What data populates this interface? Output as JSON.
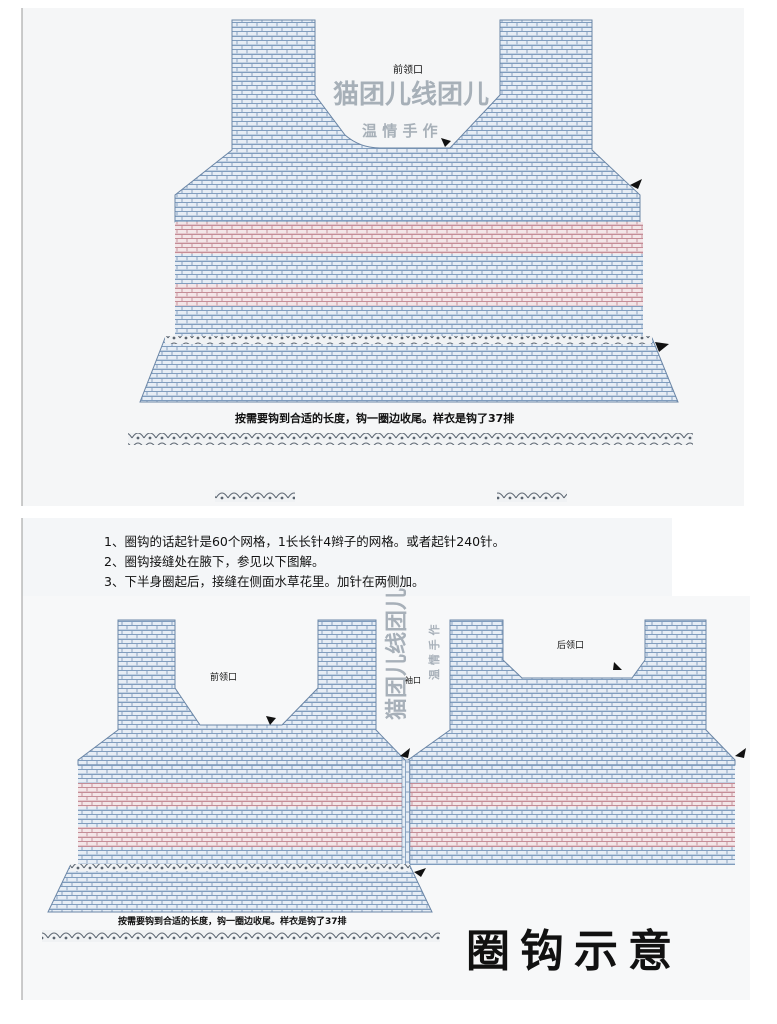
{
  "top_panel": {
    "neck_label": "前领口",
    "watermark_main": "猫团儿线团儿",
    "watermark_sub": "温 情 手 作",
    "caption": "按需要钩到合适的长度，钩一圈边收尾。样衣是钩了37排"
  },
  "instructions": [
    "1、圈钩的话起针是60个网格，1长长针4辫子的网格。或者起针240针。",
    "2、圈钩接缝处在腋下，参见以下图解。",
    "3、下半身圈起后，接缝在侧面水草花里。加针在两侧加。"
  ],
  "bottom_panel": {
    "front_neck_label": "前领口",
    "back_neck_label": "后领口",
    "armhole_label": "袖口",
    "watermark_main": "猫团儿线团儿",
    "watermark_sub": "温 情 手 作",
    "caption": "按需要钩到合适的长度，钩一圈边收尾。样衣是钩了37排",
    "title": "圈钩示意"
  },
  "colors": {
    "mesh_blue": "#8ea9c7",
    "mesh_pink": "#c99aa2",
    "edge_dark": "#555555",
    "panel_bg": "#f5f6f7"
  }
}
